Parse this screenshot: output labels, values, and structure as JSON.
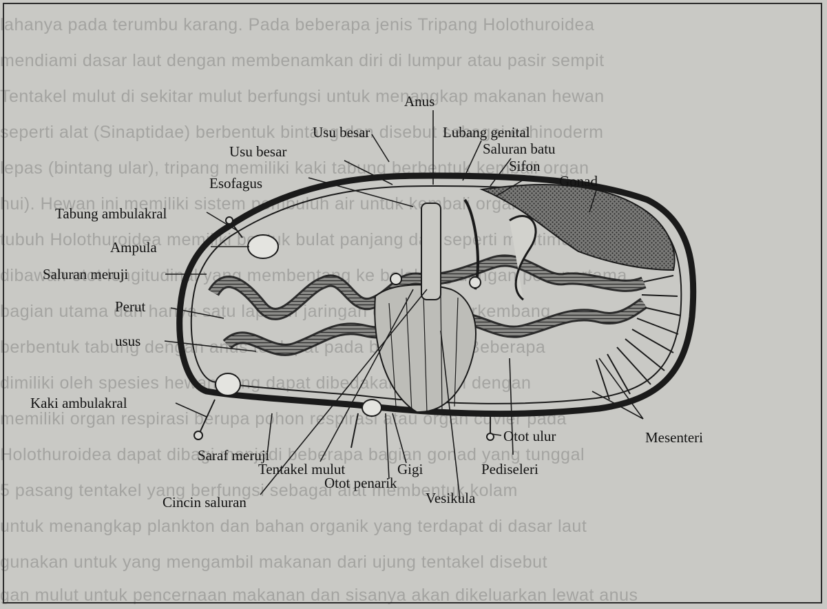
{
  "background_text": [
    "lahanya pada terumbu karang. Pada beberapa jenis Tripang Holothuroidea",
    "mendiami dasar laut dengan membenamkan diri di lumpur atau pasir sempit",
    "Tentakel mulut di sekitar mulut berfungsi untuk menangkap makanan hewan",
    "seperti alat (Sinaptidae) berbentuk bintang dan disebut sebagai echinoderm",
    "lepas (bintang ular), tripang memiliki kaki tabung berbentuk kembali organ",
    "hui). Hewan ini memiliki sistem pembuluh air untuk kembali organ",
    "tubuh Holothuroidea memiliki bentuk bulat panjang dan seperti mentimun",
    "dibawah otot longitudinal yang membentang ke belakang dengan pola pertama",
    "bagian utama dan hanya satu lapisan jaringan otot yang berkembang",
    "berbentuk tabung dengan anus terdapat pada bagian oral. Beberapa",
    "dimiliki oleh spesies hewan yang dapat dibedakan tentakel dengan",
    "memiliki organ respirasi berupa pohon respirasi atau organ cuvier pada",
    "Holothuroidea dapat dibagi menjadi beberapa bagian gonad yang tunggal",
    "5 pasang tentakel yang berfungsi sebagai alat membentuk kolam",
    "untuk menangkap plankton dan bahan organik yang terdapat di dasar laut",
    "gunakan untuk yang mengambil makanan dari ujung tentakel disebut",
    "gan mulut untuk pencernaan makanan dan sisanya akan dikeluarkan lewat anus"
  ],
  "labels": {
    "anus": "Anus",
    "usu_besar_top": "Usu besar",
    "lubang_genital": "Lubang genital",
    "usu_besar_left": "Usu besar",
    "saluran_batu": "Saluran batu",
    "sifon": "Sifon",
    "esofagus": "Esofagus",
    "gonad": "Gonad",
    "tabung_ambulakral": "Tabung ambulakral",
    "ampula": "Ampula",
    "saluran_meruji": "Saluran meruji",
    "perut": "Perut",
    "usus": "usus",
    "kaki_ambulakral": "Kaki ambulakral",
    "otot_ulur": "Otot ulur",
    "mesenteri": "Mesenteri",
    "saraf_meruji": "Saraf meruji",
    "tentakel_mulut": "Tentakel mulut",
    "gigi": "Gigi",
    "pediseleri": "Pediseleri",
    "cincin_saluran": "Cincin saluran",
    "otot_penarik": "Otot penarik",
    "vesikula": "Vesikula"
  }
}
